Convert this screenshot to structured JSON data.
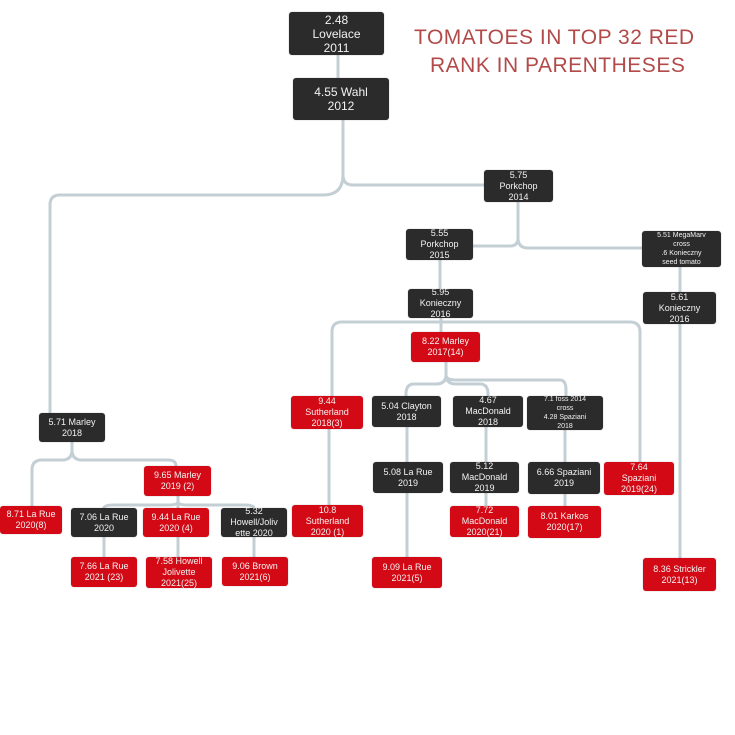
{
  "title": {
    "line1": "TOMATOES IN TOP 32 RED",
    "line2": "RANK IN PARENTHESES"
  },
  "colors": {
    "top32": "#d30a15",
    "other": "#2b2b2b",
    "connector": "#c4cfd5",
    "title": "#b14a48"
  },
  "nodes": {
    "lovelace_2011": "2.48\nLovelace\n2011",
    "wahl_2012": "4.55 Wahl\n2012",
    "porkchop_2014": "5.75\nPorkchop\n2014",
    "porkchop_2015": "5.55\nPorkchop\n2015",
    "megamarv_cross": "5.51 MegaMarv\ncross\n.6 Konieczny\nseed tomato",
    "konieczny_2016_a": "5.95\nKonieczny\n2016",
    "konieczny_2016_b": "5.61\nKonieczny\n2016",
    "marley_2017": "8.22 Marley\n2017(14)",
    "sutherland_2018": "9.44\nSutherland\n2018(3)",
    "clayton_2018": "5.04 Clayton\n2018",
    "macdonald_2018": "4.67\nMacDonald\n2018",
    "foss_spaziani_2018": "7.1 foss 2014\ncross\n4.28 Spaziani\n2018",
    "larue_2019": "5.08 La Rue\n2019",
    "macdonald_2019": "5.12\nMacDonald\n2019",
    "spaziani_2019": "6.66 Spaziani\n2019",
    "spaziani_2019_red": "7.64\nSpaziani\n2019(24)",
    "sutherland_2020": "10.8\nSutherland\n2020 (1)",
    "macdonald_2020": "7.72\nMacDonald\n2020(21)",
    "karkos_2020": "8.01 Karkos\n2020(17)",
    "larue_2021_5": "9.09 La Rue\n2021(5)",
    "strickler_2021": "8.36 Strickler\n2021(13)",
    "marley_2018": "5.71 Marley\n2018",
    "marley_2019": "9.65 Marley\n2019 (2)",
    "larue_2020_8": "8.71 La Rue\n2020(8)",
    "larue_2020_706": "7.06 La Rue\n2020",
    "larue_2020_4": "9.44 La Rue\n2020 (4)",
    "howell_jolivette_2020": "5.32\nHowell/Joliv\nette 2020",
    "larue_2021_23": "7.66 La Rue\n2021 (23)",
    "howell_jolivette_2021": "7.58 Howell\nJolivette\n2021(25)",
    "brown_2021": "9.06 Brown\n2021(6)"
  }
}
